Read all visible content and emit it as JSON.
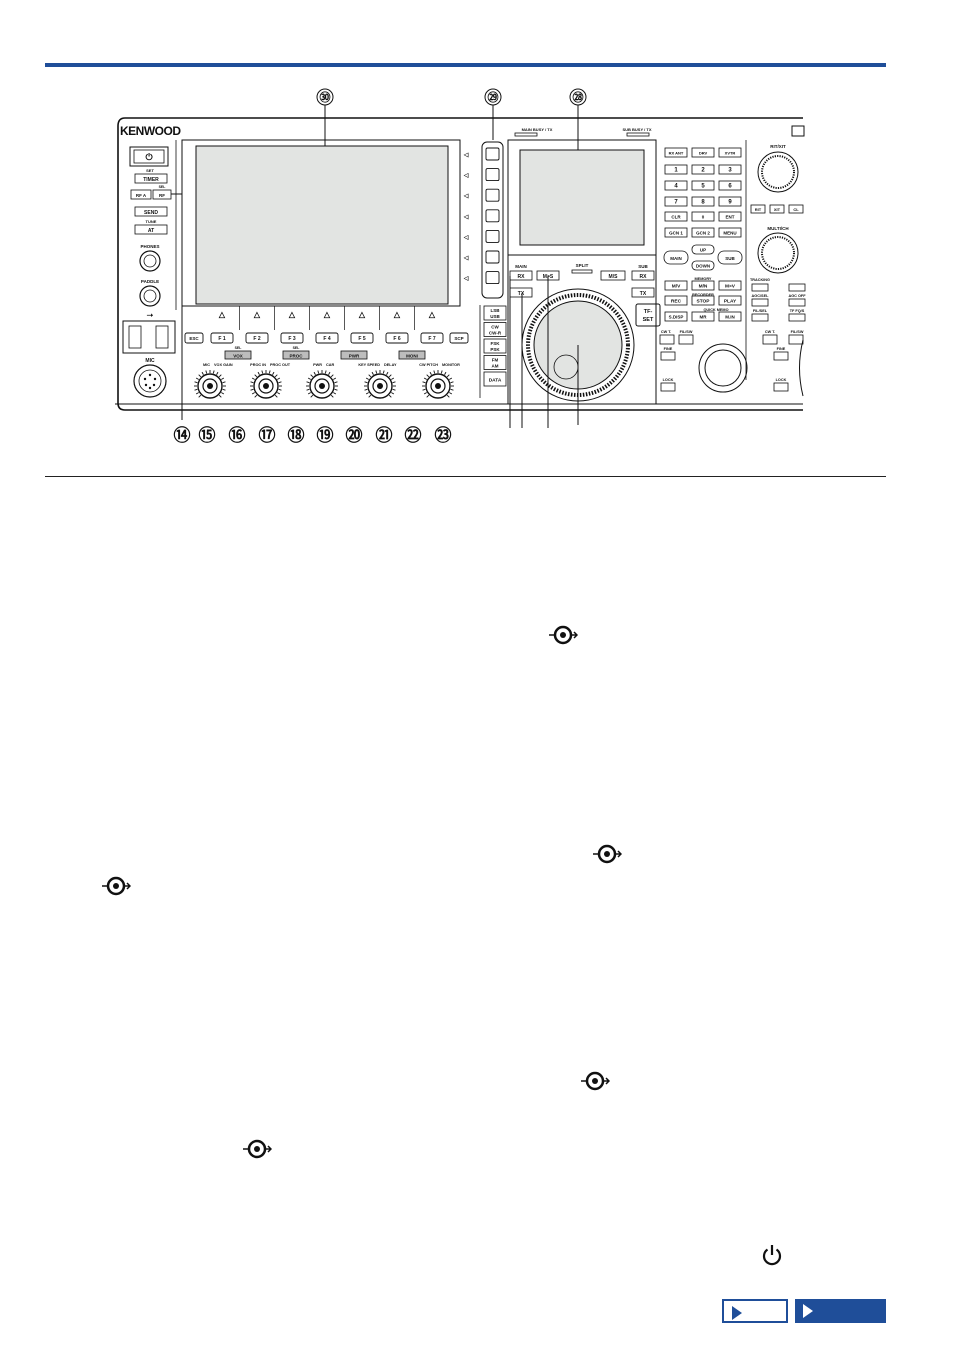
{
  "brand": "KENWOOD",
  "panel": {
    "power_keys": {
      "top": "",
      "power": "⏻"
    },
    "timer": {
      "top": "SET",
      "label": "TIMER"
    },
    "rfa": "RF A",
    "rfb": {
      "top": "SEL",
      "label": "RF"
    },
    "send": "SEND",
    "at": {
      "top": "TUNE",
      "label": "AT"
    },
    "phones": "PHONES",
    "paddle": "PADDLE",
    "usb": "⭢",
    "mic": "MIC",
    "esc": "ESC",
    "scp": "SCP",
    "fkeys": [
      "F 1",
      "F 2",
      "F 3",
      "F 4",
      "F 5",
      "F 6",
      "F 7"
    ],
    "fkey_glyph": "△",
    "side_glyph": "◁",
    "main_busy": "MAIN BUSY / TX",
    "sub_busy": "SUB BUSY / TX",
    "split": "SPLIT",
    "main": "MAIN",
    "sub": "SUB",
    "rx": "RX",
    "tx": "TX",
    "mps": "M>S",
    "ms": "M/S",
    "tfset": [
      "TF-",
      "SET"
    ],
    "modes": [
      [
        "LSB",
        "USB"
      ],
      [
        "CW",
        "CW-R"
      ],
      [
        "FSK",
        "PSK"
      ],
      [
        "FM",
        "AM"
      ],
      [
        "DATA"
      ]
    ],
    "keypad": {
      "row0": [
        "RX ANT",
        "DRV",
        "XVTR"
      ],
      "nums": [
        [
          "1",
          "2",
          "3"
        ],
        [
          "4",
          "5",
          "6"
        ],
        [
          "7",
          "8",
          "9"
        ]
      ],
      "row4": [
        "CLR",
        "0",
        "ENT"
      ],
      "row5": [
        "GCN 1",
        "GCN 2",
        "MENU"
      ],
      "nav": [
        "MAIN",
        "UP",
        "DOWN",
        "SUB"
      ],
      "mem1": [
        "M/V",
        "M/N",
        "M>V"
      ],
      "mem2": [
        "REC",
        "STOP",
        "PLAY"
      ],
      "mem3": [
        "S.DISP",
        "MR",
        "M.IN"
      ],
      "memory_label": "MEMORY",
      "recorder_label": "RECORDER",
      "quick_label": "QUICK MEMO"
    },
    "rit_xit": "RIT/XIT",
    "rit": "RIT",
    "xit": "XIT",
    "cl": "CL",
    "multi_ch": "MULTI/CH",
    "tracking": "TRACKING",
    "agc_sel": "AGC/SEL",
    "fil_sel": "FIL/SEL",
    "agc_off": "AGC OFF",
    "tf_seg": "TF FQ/S",
    "cw_t": "CW T.",
    "fine": "FINE",
    "lock": "LOCK",
    "fil_sw": "FIL/SW",
    "knob_labels": {
      "k15": "MIC",
      "k15b": "VOX GAIN",
      "k17": "PROC IN",
      "k17b": "PROC OUT",
      "k19": "PWR",
      "k19b": "CAR",
      "k21": "KEY SPEED",
      "k21b": "DELAY",
      "k23": "CW PITCH",
      "k23b": "MONITOR"
    },
    "small_keys": {
      "k16": "VOX",
      "k16_top": "SEL",
      "k18": "PROC",
      "k18_top": "SEL",
      "k20": "PWR",
      "k22": "MONI"
    }
  },
  "callouts": {
    "top": [
      "㉚",
      "㉙",
      "㉘"
    ],
    "bottom": [
      "⑭",
      "⑮",
      "⑯",
      "⑰",
      "⑱",
      "⑲",
      "⑳",
      "㉑",
      "㉒",
      "㉓"
    ]
  }
}
